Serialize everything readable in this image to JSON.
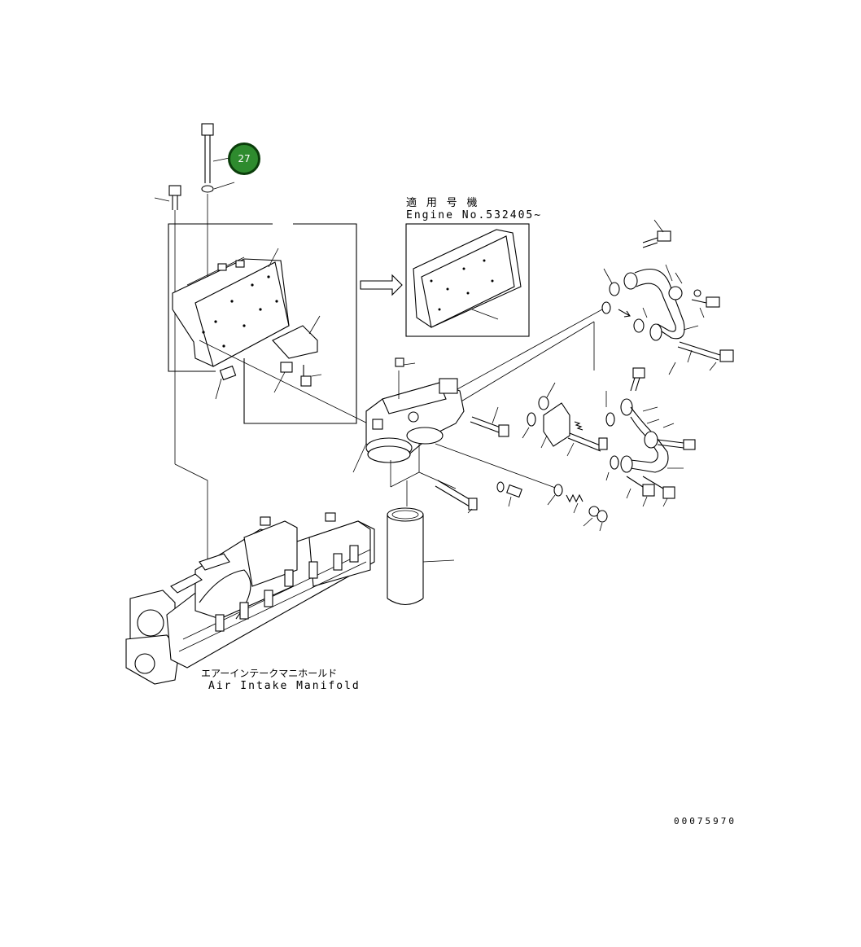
{
  "badge": {
    "number": "27",
    "color": "#2e8b2e",
    "border_color": "#0b3d0b"
  },
  "labels": {
    "serial_jp": "適 用 号 機",
    "serial_en": "Engine No.532405~",
    "manifold_jp": "エアーインテークマニホールド",
    "manifold_en": "Air Intake Manifold",
    "drawing_number": "00075970"
  }
}
